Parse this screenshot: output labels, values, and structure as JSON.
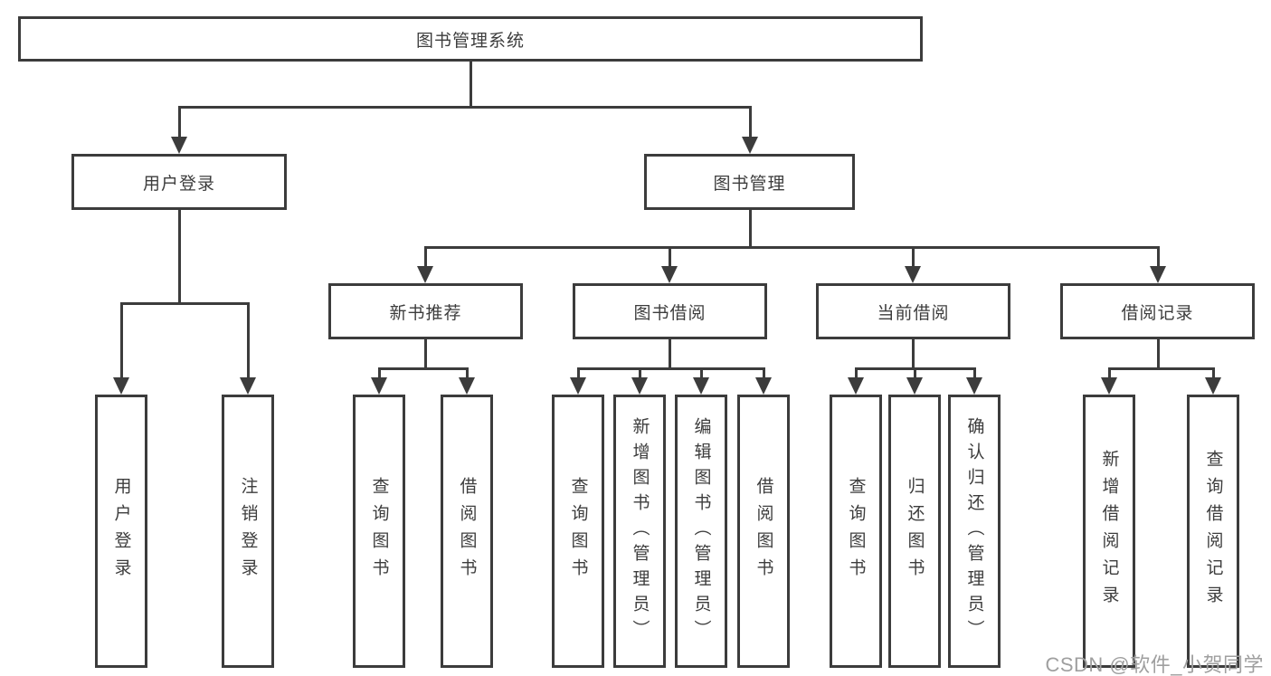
{
  "diagram": {
    "title": "图书管理系统",
    "root": {
      "label": "图书管理系统"
    },
    "level1": [
      {
        "label": "用户登录"
      },
      {
        "label": "图书管理"
      }
    ],
    "level2": [
      {
        "label": "新书推荐"
      },
      {
        "label": "图书借阅"
      },
      {
        "label": "当前借阅"
      },
      {
        "label": "借阅记录"
      }
    ],
    "leaves": [
      {
        "label": "用户登录",
        "parent": "用户登录"
      },
      {
        "label": "注销登录",
        "parent": "用户登录"
      },
      {
        "label": "查询图书",
        "parent": "新书推荐"
      },
      {
        "label": "借阅图书",
        "parent": "新书推荐"
      },
      {
        "label": "查询图书",
        "parent": "图书借阅"
      },
      {
        "label": "新增图书（管理员）",
        "parent": "图书借阅"
      },
      {
        "label": "编辑图书（管理员）",
        "parent": "图书借阅"
      },
      {
        "label": "借阅图书",
        "parent": "图书借阅"
      },
      {
        "label": "查询图书",
        "parent": "当前借阅"
      },
      {
        "label": "归还图书",
        "parent": "当前借阅"
      },
      {
        "label": "确认归还（管理员）",
        "parent": "当前借阅"
      },
      {
        "label": "新增借阅记录",
        "parent": "借阅记录"
      },
      {
        "label": "查询借阅记录",
        "parent": "借阅记录"
      }
    ]
  },
  "watermark": {
    "text": "CSDN @软件_小贺同学"
  },
  "colors": {
    "line": "#3c3c3c",
    "text": "#3d3d3d",
    "watermark": "#9f9f9f",
    "background": "#ffffff"
  }
}
